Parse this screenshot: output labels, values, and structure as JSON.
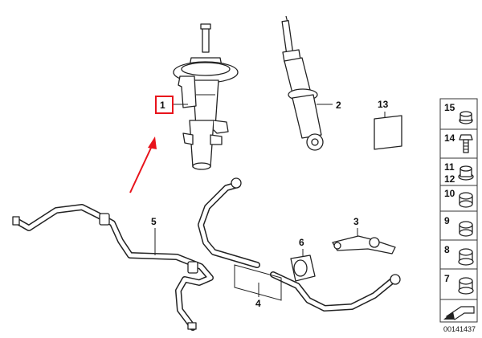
{
  "diagram": {
    "catalog_number": "00141437",
    "callouts": {
      "strut": "1",
      "shock_absorber": "2",
      "stabilizer_link": "3",
      "stabilizer_bar_kit": "4",
      "stabilizer_bar": "5",
      "bushing": "6",
      "sticker": "13"
    },
    "hardware_panel": [
      {
        "label": "15",
        "icon": "collar-nut-icon"
      },
      {
        "label": "14",
        "icon": "hex-bolt-icon"
      },
      {
        "label": "11\n12",
        "icon": "flange-nut-icon"
      },
      {
        "label": "10",
        "icon": "self-locking-nut-icon"
      },
      {
        "label": "9",
        "icon": "hex-nut-icon"
      },
      {
        "label": "8",
        "icon": "collar-nut-icon"
      },
      {
        "label": "7",
        "icon": "collar-nut-icon"
      }
    ],
    "highlight_color": "#e8131b",
    "arrow_color": "#e8131b"
  }
}
